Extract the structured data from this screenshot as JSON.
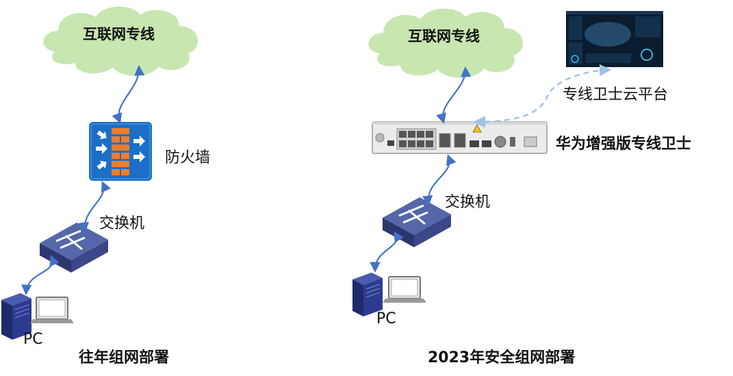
{
  "left": {
    "cloud_label": "互联网专线",
    "firewall_label": "防火墙",
    "switch_label": "交换机",
    "pc_label": "PC",
    "caption": "往年组网部署"
  },
  "right": {
    "cloud_label": "互联网专线",
    "cloud_platform_label": "专线卫士云平台",
    "device_label": "华为增强版专线卫士",
    "switch_label": "交换机",
    "pc_label": "PC",
    "caption": "2023年安全组网部署"
  },
  "colors": {
    "cloud_fill": "#c7e6b0",
    "link_blue": "#4472c4",
    "dashed_link": "#9dc3e6",
    "firewall_blue": "#1c6fc7",
    "firewall_brick": "#f07d2a",
    "switch_top": "#5567a8",
    "switch_side": "#2c3770",
    "server_blue": "#2d3b8f"
  }
}
